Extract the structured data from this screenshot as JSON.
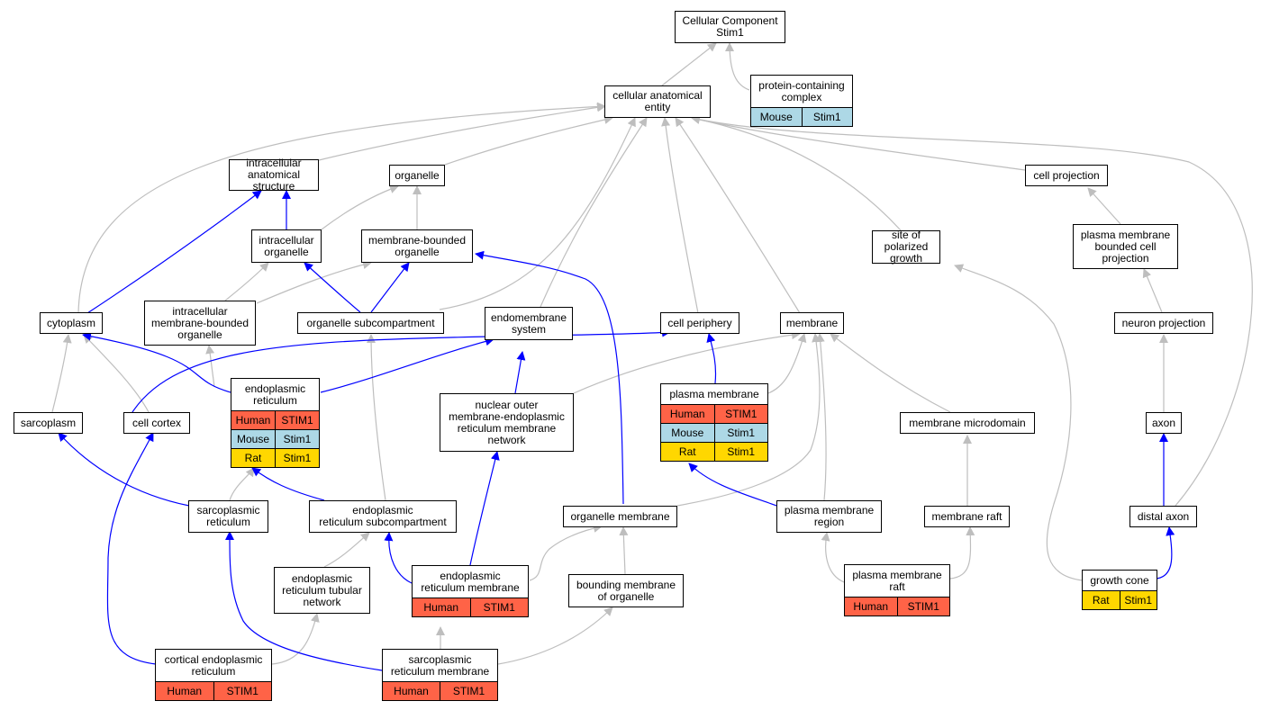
{
  "colors": {
    "human": "#FF6347",
    "mouse": "#ADD8E6",
    "rat": "#FFD700",
    "gray_edge": "#BEBEBE",
    "blue_edge": "#0000FF"
  },
  "nodes": [
    {
      "id": "root",
      "label": "Cellular Component\nStim1"
    },
    {
      "id": "cae",
      "label": "cellular anatomical\nentity"
    },
    {
      "id": "pcc",
      "label": "protein-containing\ncomplex",
      "species": [
        [
          "mouse",
          "Mouse",
          "Stim1"
        ]
      ]
    },
    {
      "id": "ias",
      "label": "intracellular\nanatomical structure"
    },
    {
      "id": "org",
      "label": "organelle"
    },
    {
      "id": "cproj",
      "label": "cell projection"
    },
    {
      "id": "iorg",
      "label": "intracellular\norganelle"
    },
    {
      "id": "mbo",
      "label": "membrane-bounded\norganelle"
    },
    {
      "id": "spg",
      "label": "site of polarized\ngrowth"
    },
    {
      "id": "pmbcp",
      "label": "plasma membrane\nbounded cell\nprojection"
    },
    {
      "id": "cyto",
      "label": "cytoplasm"
    },
    {
      "id": "imbo",
      "label": "intracellular\nmembrane-bounded\norganelle"
    },
    {
      "id": "osc",
      "label": "organelle subcompartment"
    },
    {
      "id": "ems",
      "label": "endomembrane\nsystem"
    },
    {
      "id": "cper",
      "label": "cell periphery"
    },
    {
      "id": "mem",
      "label": "membrane"
    },
    {
      "id": "nproj",
      "label": "neuron projection"
    },
    {
      "id": "er",
      "label": "endoplasmic\nreticulum",
      "species": [
        [
          "human",
          "Human",
          "STIM1"
        ],
        [
          "mouse",
          "Mouse",
          "Stim1"
        ],
        [
          "rat",
          "Rat",
          "Stim1"
        ]
      ]
    },
    {
      "id": "pm",
      "label": "plasma membrane",
      "species": [
        [
          "human",
          "Human",
          "STIM1"
        ],
        [
          "mouse",
          "Mouse",
          "Stim1"
        ],
        [
          "rat",
          "Rat",
          "Stim1"
        ]
      ]
    },
    {
      "id": "sarco",
      "label": "sarcoplasm"
    },
    {
      "id": "cctx",
      "label": "cell cortex"
    },
    {
      "id": "nome",
      "label": "nuclear outer\nmembrane-endoplasmic\nreticulum membrane\nnetwork"
    },
    {
      "id": "mmd",
      "label": "membrane microdomain"
    },
    {
      "id": "axon",
      "label": "axon"
    },
    {
      "id": "sr",
      "label": "sarcoplasmic\nreticulum"
    },
    {
      "id": "ersc",
      "label": "endoplasmic\nreticulum subcompartment"
    },
    {
      "id": "om",
      "label": "organelle membrane"
    },
    {
      "id": "pmr",
      "label": "plasma membrane\nregion"
    },
    {
      "id": "mraft",
      "label": "membrane raft"
    },
    {
      "id": "dax",
      "label": "distal axon"
    },
    {
      "id": "ertn",
      "label": "endoplasmic\nreticulum tubular\nnetwork"
    },
    {
      "id": "erm",
      "label": "endoplasmic\nreticulum membrane",
      "species": [
        [
          "human",
          "Human",
          "STIM1"
        ]
      ]
    },
    {
      "id": "bmo",
      "label": "bounding membrane\nof organelle"
    },
    {
      "id": "pmraft",
      "label": "plasma membrane\nraft",
      "species": [
        [
          "human",
          "Human",
          "STIM1"
        ]
      ]
    },
    {
      "id": "gc",
      "label": "growth cone",
      "species": [
        [
          "rat",
          "Rat",
          "Stim1"
        ]
      ]
    },
    {
      "id": "cer",
      "label": "cortical endoplasmic\nreticulum",
      "species": [
        [
          "human",
          "Human",
          "STIM1"
        ]
      ]
    },
    {
      "id": "srm",
      "label": "sarcoplasmic\nreticulum membrane",
      "species": [
        [
          "human",
          "Human",
          "STIM1"
        ]
      ]
    }
  ]
}
